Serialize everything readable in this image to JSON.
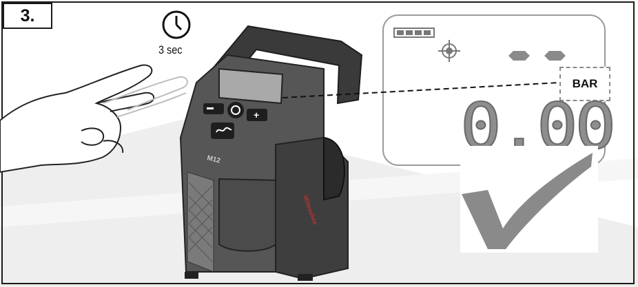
{
  "step": {
    "number": "3."
  },
  "timer": {
    "icon": "clock-icon",
    "label": "3 sec"
  },
  "display": {
    "battery_icon": "battery-icon",
    "target_icon": "crosshair-icon",
    "unit": "BAR",
    "reading": "0.00"
  },
  "device": {
    "model_label": "M12",
    "brand_label": "Milwaukee"
  },
  "status": {
    "icon": "checkmark-icon"
  },
  "colors": {
    "frame": "#1a1a1a",
    "device": "#4a4a4a",
    "device_dark": "#2e2e2e",
    "segment": "#8e8e8e",
    "checkmark": "#8a8a8a"
  }
}
